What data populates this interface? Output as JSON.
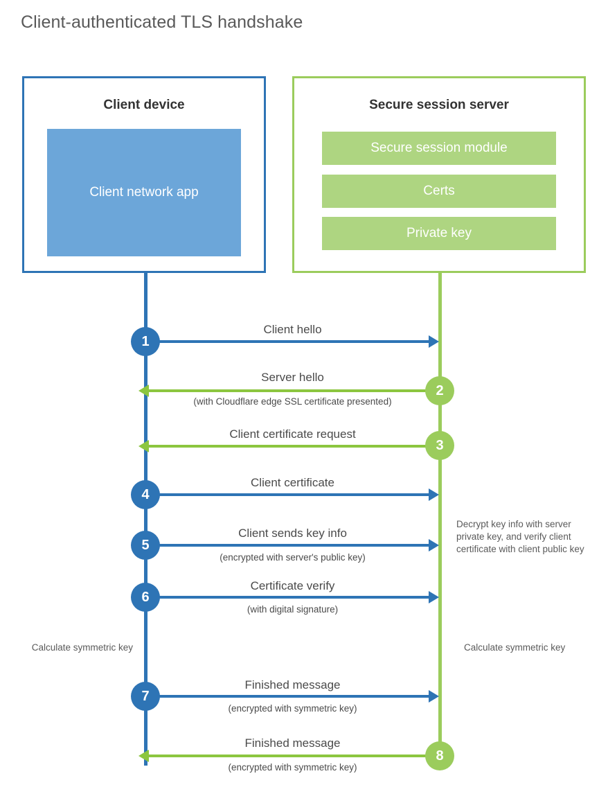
{
  "title": "Client-authenticated TLS handshake",
  "colors": {
    "client_blue": "#2E74B5",
    "client_app_fill": "#6CA6D9",
    "server_green": "#9BCC5C",
    "server_bar_fill": "#AED581",
    "arrow_green": "#8CC63F",
    "text_gray": "#4a4a4a",
    "title_gray": "#595959"
  },
  "client_box": {
    "title": "Client device",
    "app_label": "Client network app"
  },
  "server_box": {
    "title": "Secure session server",
    "items": [
      {
        "label": "Secure session module"
      },
      {
        "label": "Certs"
      },
      {
        "label": "Private key"
      }
    ]
  },
  "steps": [
    {
      "number": "1",
      "label": "Client hello",
      "sublabel": "",
      "direction": "client-to-server",
      "color": "blue"
    },
    {
      "number": "2",
      "label": "Server hello",
      "sublabel": "(with Cloudflare edge SSL certificate presented)",
      "direction": "server-to-client",
      "color": "green"
    },
    {
      "number": "3",
      "label": "Client certificate request",
      "sublabel": "",
      "direction": "server-to-client",
      "color": "green"
    },
    {
      "number": "4",
      "label": "Client certificate",
      "sublabel": "",
      "direction": "client-to-server",
      "color": "blue"
    },
    {
      "number": "5",
      "label": "Client sends key info",
      "sublabel": "(encrypted with server's public key)",
      "direction": "client-to-server",
      "color": "blue"
    },
    {
      "number": "6",
      "label": "Certificate verify",
      "sublabel": "(with digital signature)",
      "direction": "client-to-server",
      "color": "blue"
    },
    {
      "number": "7",
      "label": "Finished message",
      "sublabel": "(encrypted with symmetric key)",
      "direction": "client-to-server",
      "color": "blue"
    },
    {
      "number": "8",
      "label": "Finished message",
      "sublabel": "(encrypted with symmetric key)",
      "direction": "server-to-client",
      "color": "green"
    }
  ],
  "notes": {
    "server_decrypt": "Decrypt key info with server private key, and verify client certificate with client public key",
    "client_calculate": "Calculate symmetric key",
    "server_calculate": "Calculate symmetric key"
  }
}
